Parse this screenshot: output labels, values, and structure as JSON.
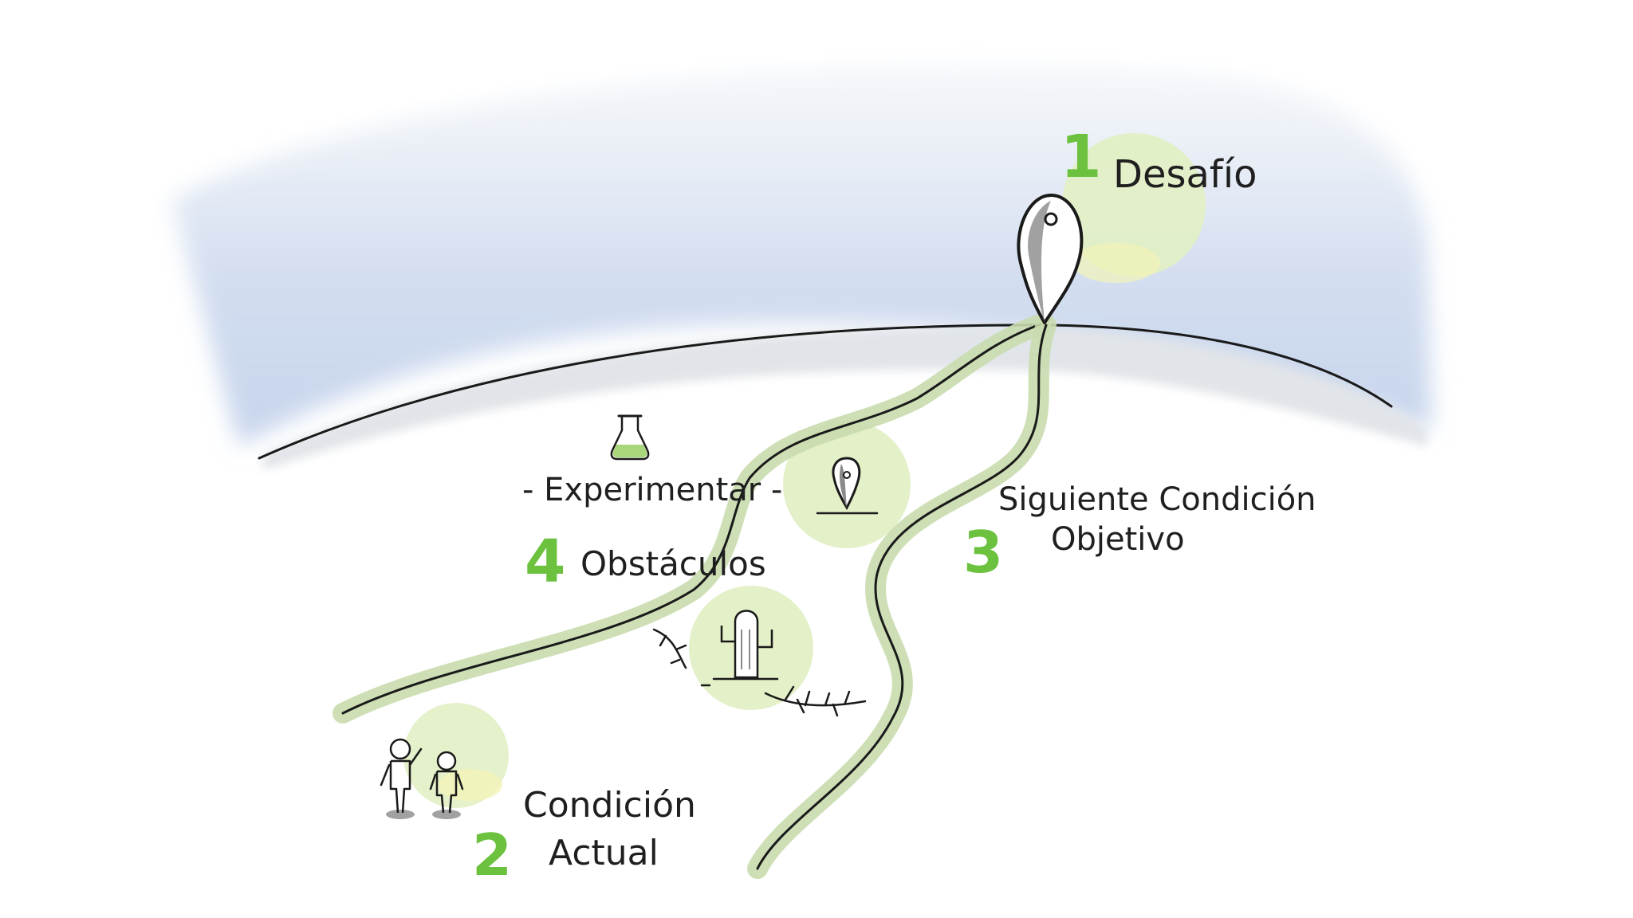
{
  "colors": {
    "sky_top": "#e9eef5",
    "sky_bottom": "#c9d6ec",
    "ground_shadow": "#dde0e4",
    "path_shadow": "#cfe0b6",
    "path_shadow_grey": "#d4d4d4",
    "number_green": "#6cc23f",
    "highlight_circle": "#e2efc5",
    "highlight_circle_yellow": "#f2f4b8",
    "ink": "#1a1a1a",
    "marker_grey": "#8a8a8a"
  },
  "steps": {
    "step1": {
      "number": "1",
      "label": "Desafío"
    },
    "step2": {
      "number": "2",
      "label_line1": "Condición",
      "label_line2": "Actual"
    },
    "step3": {
      "number": "3",
      "label_line1": "Siguiente Condición",
      "label_line2": "Objetivo"
    },
    "step4": {
      "number": "4",
      "label": "Obstáculos"
    }
  },
  "experiment": {
    "label": "- Experimentar -"
  },
  "icons": {
    "goal_marker": "map-pin-icon",
    "waypoint_marker": "map-pin-icon",
    "flask": "lab-flask-icon",
    "people": "people-icon",
    "cactus": "cactus-icon",
    "brambles": "thorny-branch-icon"
  }
}
